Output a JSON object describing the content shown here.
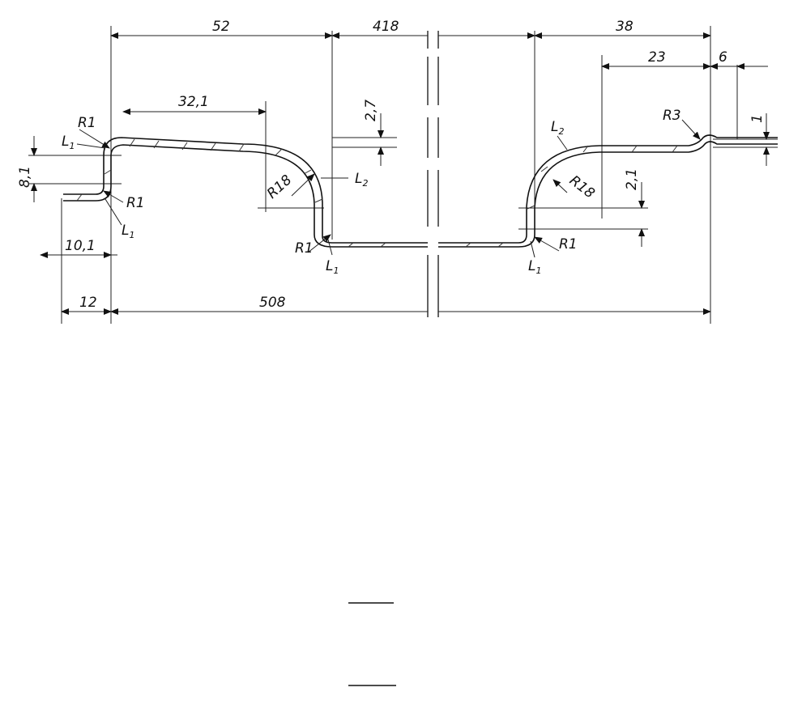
{
  "drawing": {
    "dimensions": {
      "d52": "52",
      "d418": "418",
      "d38": "38",
      "d23": "23",
      "d6": "6",
      "d1": "1",
      "d32_1": "32,1",
      "d2_7": "2,7",
      "d8_1": "8,1",
      "d10_1": "10,1",
      "d12": "12",
      "d508": "508",
      "d2_1": "2,1"
    },
    "radii": {
      "r1": "R1",
      "r18": "R18",
      "r3": "R3"
    },
    "lengths": {
      "l_letter": "L",
      "l1_index": "1",
      "l2_index": "2"
    }
  }
}
